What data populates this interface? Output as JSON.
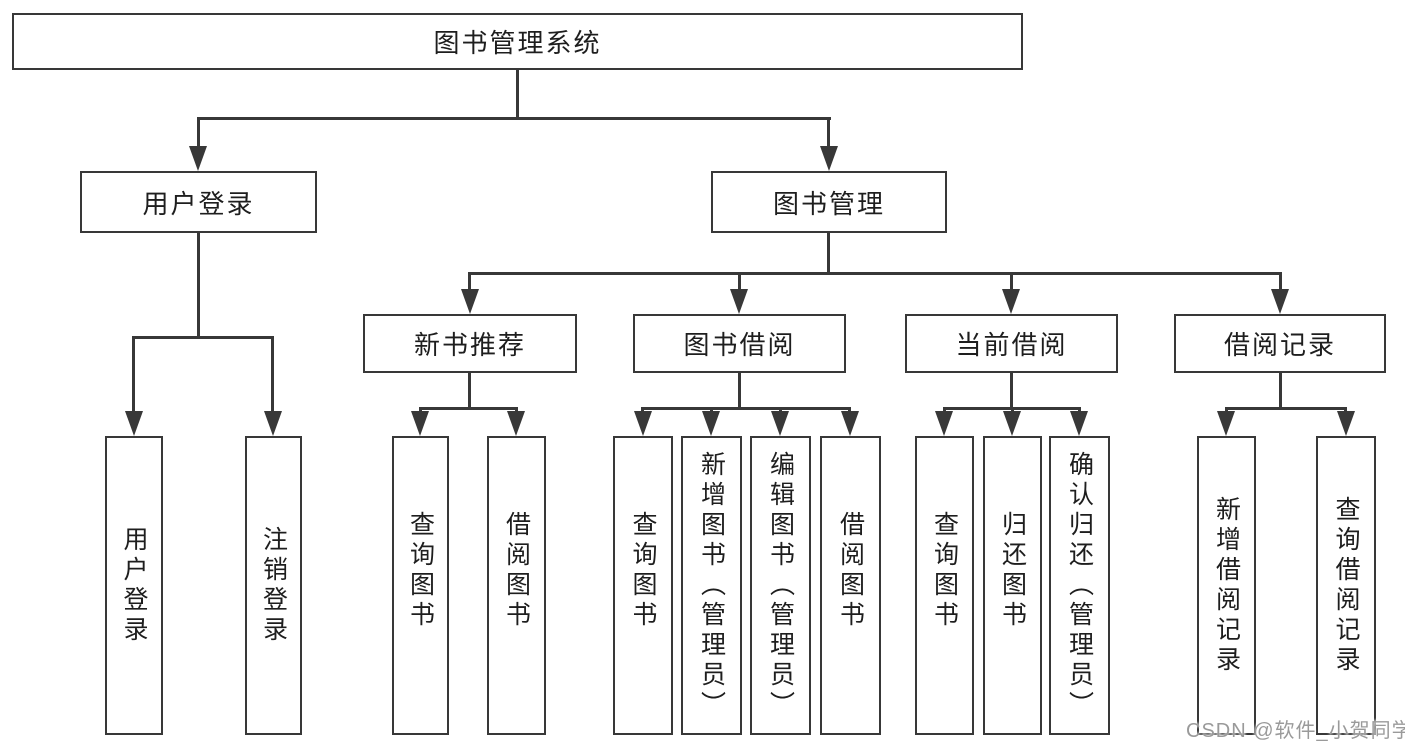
{
  "tree": {
    "root": {
      "label": "图书管理系统"
    },
    "branches": [
      {
        "label": "用户登录",
        "children": [
          {
            "label": "用户登录"
          },
          {
            "label": "注销登录"
          }
        ]
      },
      {
        "label": "图书管理",
        "children": [
          {
            "label": "新书推荐",
            "children": [
              {
                "label": "查询图书"
              },
              {
                "label": "借阅图书"
              }
            ]
          },
          {
            "label": "图书借阅",
            "children": [
              {
                "label": "查询图书"
              },
              {
                "label": "新增图书（管理员）"
              },
              {
                "label": "编辑图书（管理员）"
              },
              {
                "label": "借阅图书"
              }
            ]
          },
          {
            "label": "当前借阅",
            "children": [
              {
                "label": "查询图书"
              },
              {
                "label": "归还图书"
              },
              {
                "label": "确认归还（管理员）"
              }
            ]
          },
          {
            "label": "借阅记录",
            "children": [
              {
                "label": "新增借阅记录"
              },
              {
                "label": "查询借阅记录"
              }
            ]
          }
        ]
      }
    ]
  },
  "watermark": {
    "text": "CSDN @软件_小贺同学",
    "color": "#9a9a9a"
  },
  "colors": {
    "line": "#383838",
    "box_border": "#383838",
    "text": "#1e1e1e",
    "background": "#ffffff"
  }
}
